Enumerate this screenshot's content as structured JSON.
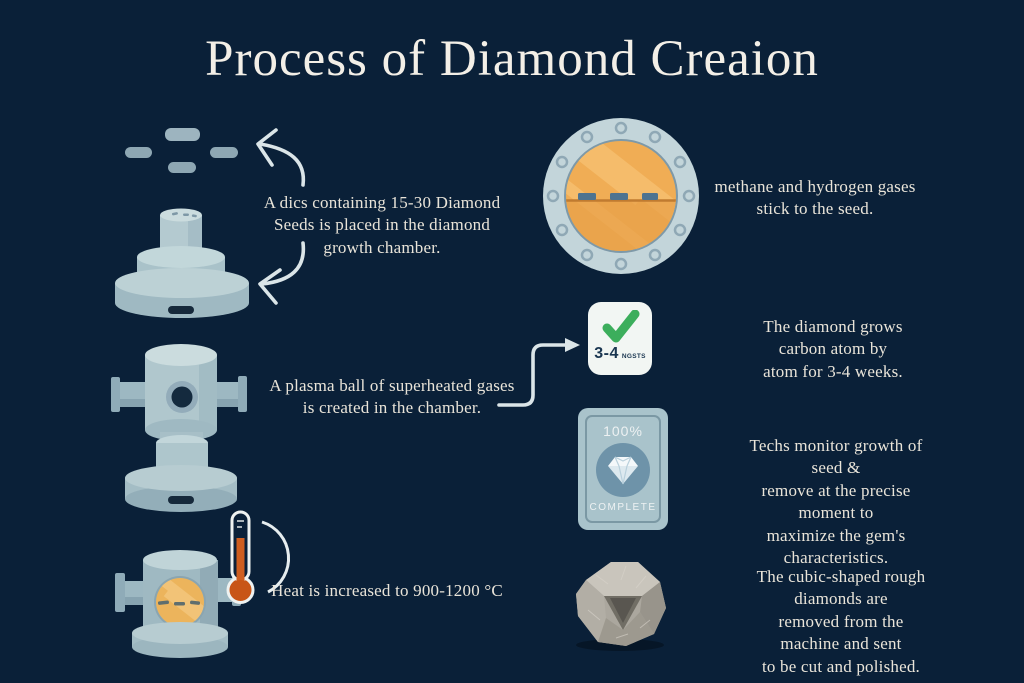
{
  "title": "Process of Diamond Creaion",
  "captions": {
    "step1": "A dics containing 15-30 Diamond\nSeeds is placed in the diamond\ngrowth chamber.",
    "step2": "methane and hydrogen gases\nstick to the seed.",
    "step3": "A plasma ball of superheated gases\nis created in the chamber.",
    "step4": "The diamond grows carbon atom by\natom for 3-4 weeks.",
    "step5": "Techs monitor growth of seed &\nremove at the precise moment to\nmaximize the gem's characteristics.",
    "step6": "Heat is increased to 900-1200 °C",
    "step7": "The cubic-shaped rough diamonds are\nremoved from the machine and sent\nto be cut and polished."
  },
  "check_card": {
    "value": "3-4",
    "unit": "NGSTS"
  },
  "gauge": {
    "percent": "100%",
    "label": "COMPLETE"
  },
  "colors": {
    "background": "#0a2038",
    "text": "#e9e4d9",
    "machine_light": "#c3d7da",
    "machine_mid": "#a9c2c9",
    "machine_dark": "#8fa9b4",
    "window_orange": "#f0ad55",
    "check_green": "#3cae5c",
    "thermometer_orange": "#cc5d20",
    "arrow": "#dbe5e8"
  }
}
